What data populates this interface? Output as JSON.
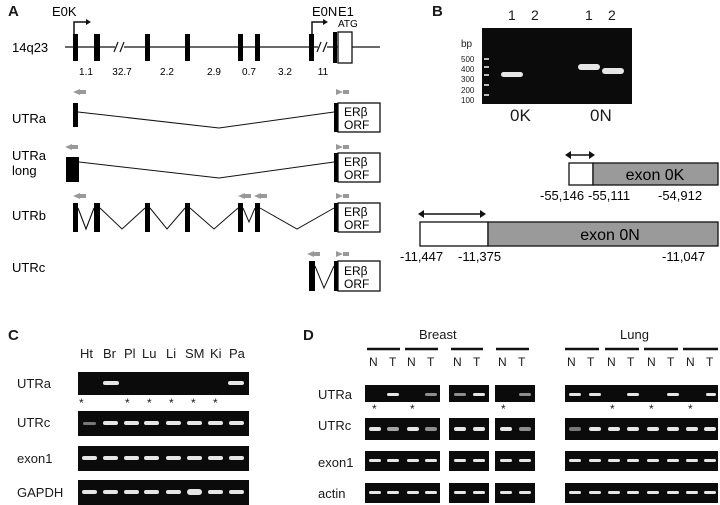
{
  "panel_labels": {
    "a": "A",
    "b": "B",
    "c": "C",
    "d": "D"
  },
  "panel_a": {
    "locus": "14q23",
    "promoters": {
      "e0k": "E0K",
      "e0n": "E0N",
      "e1": "E1",
      "atg": "ATG"
    },
    "intron_sizes": [
      "1.1",
      "32.7",
      "2.2",
      "2.9",
      "0.7",
      "3.2",
      "11"
    ],
    "transcripts": [
      {
        "name": "UTRa"
      },
      {
        "name": "UTRa long"
      },
      {
        "name": "UTRb"
      },
      {
        "name": "UTRc"
      }
    ],
    "orf_box": {
      "line1": "ERβ",
      "line2": "ORF"
    }
  },
  "panel_b": {
    "gel": {
      "unit": "bp",
      "ladder": [
        "500",
        "400",
        "300",
        "200",
        "100"
      ],
      "lanes": [
        "1",
        "2",
        "1",
        "2"
      ],
      "groups": [
        "0K",
        "0N"
      ]
    },
    "exon_0k": {
      "label": "exon 0K",
      "coords": [
        "-55,146",
        "-55,111",
        "-54,912"
      ]
    },
    "exon_0n": {
      "label": "exon 0N",
      "coords": [
        "-11,447",
        "-11,375",
        "-11,047"
      ]
    }
  },
  "panel_c": {
    "tissues": [
      "Ht",
      "Br",
      "Pl",
      "Lu",
      "Li",
      "SM",
      "Ki",
      "Pa"
    ],
    "rows": [
      "UTRa",
      "UTRc",
      "exon1",
      "GAPDH"
    ],
    "star": "*"
  },
  "panel_d": {
    "groups": [
      "Breast",
      "Lung"
    ],
    "lane_labels": [
      "N",
      "T"
    ],
    "rows": [
      "UTRa",
      "UTRc",
      "exon1",
      "actin"
    ],
    "star": "*"
  }
}
